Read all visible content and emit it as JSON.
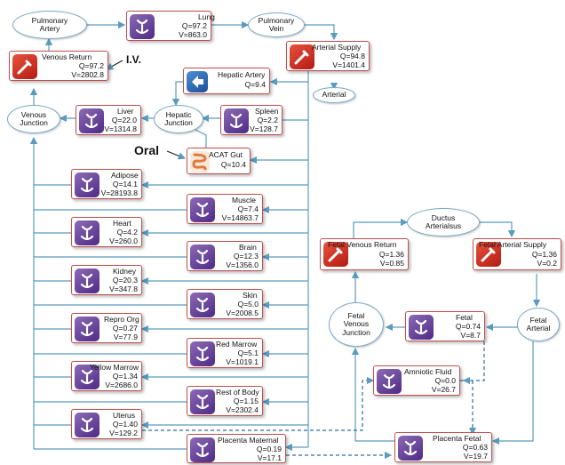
{
  "annotations": {
    "iv": "I.V.",
    "oral": "Oral"
  },
  "nodes": {
    "pulmonary_artery": {
      "label": "Pulmonary\nArtery"
    },
    "pulmonary_vein": {
      "label": "Pulmonary\nVein"
    },
    "arterial": {
      "label": "Arterial"
    },
    "venous_junction": {
      "label": "Venous\nJunction"
    },
    "hepatic_junction": {
      "label": "Hepatic\nJunction"
    },
    "ductus_arteriosus": {
      "label": "Ductus\nArterialsus"
    },
    "fetal_arterial": {
      "label": "Fetal\nArterial"
    },
    "fetal_venous_junction": {
      "label": "Fetal\nVenous\nJunction"
    }
  },
  "compartments": {
    "lung": {
      "name": "Lung",
      "q": "Q=97.2",
      "v": "V=863.0"
    },
    "venous_return": {
      "name": "Venous Return",
      "q": "Q=97.2",
      "v": "V=2802.8"
    },
    "arterial_supply": {
      "name": "Arterial Supply",
      "q": "Q=94.8",
      "v": "V=1401.4"
    },
    "hepatic_artery": {
      "name": "Hepatic Artery",
      "q": "Q=9.4"
    },
    "liver": {
      "name": "Liver",
      "q": "Q=22.0",
      "v": "V=1314.8"
    },
    "spleen": {
      "name": "Spleen",
      "q": "Q=2.2",
      "v": "V=128.7"
    },
    "acat_gut": {
      "name": "ACAT Gut",
      "q": "Q=10.4"
    },
    "adipose": {
      "name": "Adipose",
      "q": "Q=14.1",
      "v": "V=28193.8"
    },
    "muscle": {
      "name": "Muscle",
      "q": "Q=7.4",
      "v": "V=14863.7"
    },
    "heart": {
      "name": "Heart",
      "q": "Q=4.2",
      "v": "V=260.0"
    },
    "brain": {
      "name": "Brain",
      "q": "Q=12.3",
      "v": "V=1356.0"
    },
    "kidney": {
      "name": "Kidney",
      "q": "Q=20.3",
      "v": "V=347.8"
    },
    "skin": {
      "name": "Skin",
      "q": "Q=5.0",
      "v": "V=2008.5"
    },
    "repro_org": {
      "name": "Repro Org",
      "q": "Q=0.27",
      "v": "V=77.9"
    },
    "red_marrow": {
      "name": "Red Marrow",
      "q": "Q=5.1",
      "v": "V=1019.1"
    },
    "yellow_marrow": {
      "name": "Yellow Marrow",
      "q": "Q=1.34",
      "v": "V=2686.0"
    },
    "rest_of_body": {
      "name": "Rest of Body",
      "q": "Q=1.15",
      "v": "V=2302.4"
    },
    "uterus": {
      "name": "Uterus",
      "q": "Q=1.40",
      "v": "V=129.2"
    },
    "placenta_maternal": {
      "name": "Placenta Maternal",
      "q": "Q=0.19",
      "v": "V=17.1"
    },
    "fetal_venous_return": {
      "name": "Fetal Venous Return",
      "q": "Q=1.36",
      "v": "V=0.85"
    },
    "fetal_arterial_supply": {
      "name": "Fetal Arterial Supply",
      "q": "Q=1.36",
      "v": "V=0.2"
    },
    "fetal": {
      "name": "Fetal",
      "q": "Q=0.74",
      "v": "V=8.7"
    },
    "amniotic_fluid": {
      "name": "Amniotic Fluid",
      "q": "Q=0.0",
      "v": "V=26.7"
    },
    "placenta_fetal": {
      "name": "Placenta Fetal",
      "q": "Q=0.63",
      "v": "V=19.7"
    }
  },
  "colors": {
    "flow_line": "#5b9bbd",
    "box_border": "#c0504d",
    "node_border": "#7aaac9",
    "tissue_icon": "#6a4a9c",
    "dosing_icon": "#d8321f"
  }
}
